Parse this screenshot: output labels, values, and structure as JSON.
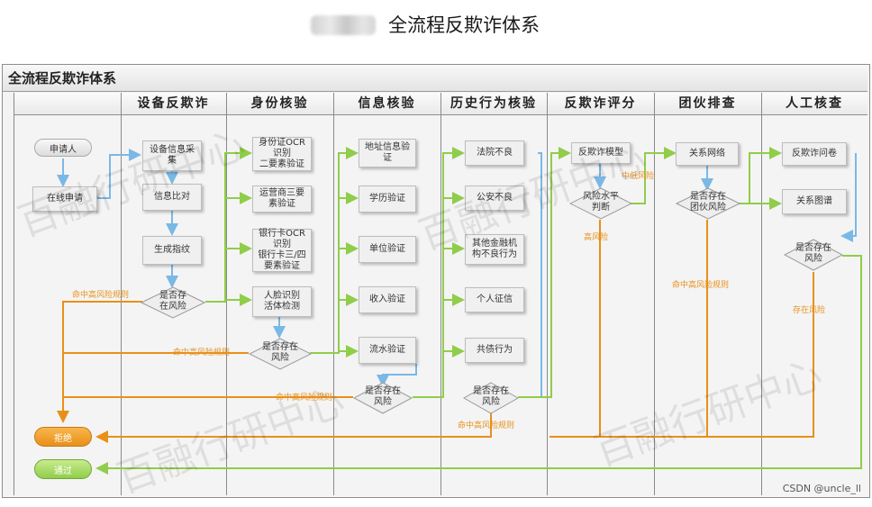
{
  "page_title": "全流程反欺诈体系",
  "diagram_title": "全流程反欺诈体系",
  "lanes": [
    "设备反欺诈",
    "身份核验",
    "信息核验",
    "历史行为核验",
    "反欺诈评分",
    "团伙排查",
    "人工核查"
  ],
  "applicant": {
    "label": "申请人",
    "apply": "在线申请"
  },
  "device": [
    "设备信息采\n集",
    "信息比对",
    "生成指纹"
  ],
  "device_decision": "是否存\n在风险",
  "identity": [
    "身份证OCR\n识别\n二要素验证",
    "运营商三要\n素验证",
    "银行卡OCR\n识别\n银行卡三/四\n要素验证",
    "人脸识别\n活体检测"
  ],
  "identity_decision": "是否存在\n风险",
  "info": [
    "地址信息验\n证",
    "学历验证",
    "单位验证",
    "收入验证",
    "流水验证"
  ],
  "info_decision": "是否存在\n风险",
  "history": [
    "法院不良",
    "公安不良",
    "其他金融机\n构不良行为",
    "个人征信",
    "共债行为"
  ],
  "history_decision": "是否存在\n风险",
  "scoring": {
    "model": "反欺诈模型",
    "decision": "风险水平\n判断",
    "mid_low": "中低风险",
    "high": "高风险"
  },
  "gang": {
    "network": "关系网络",
    "decision": "是否存在\n团伙风险",
    "hit": "命中高风险规则"
  },
  "manual": {
    "survey": "反欺诈问卷",
    "graph": "关系图谱",
    "decision": "是否存在\n风险",
    "risk": "存在风险"
  },
  "hit_rule": "命中高风险规则",
  "reject": "拒绝",
  "pass": "通过",
  "watermark": "百融行研中心",
  "credit": "CSDN @uncle_ll",
  "colors": {
    "orange": "#e8901a",
    "green": "#90cd4a",
    "blue": "#7ab8e6",
    "grey_line": "#9a9a9a"
  }
}
